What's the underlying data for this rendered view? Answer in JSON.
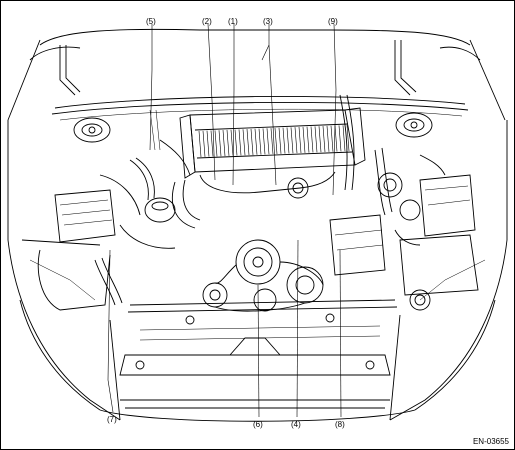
{
  "figure_id": "EN-03655",
  "callouts": [
    {
      "id": "1",
      "label": "(1)"
    },
    {
      "id": "2",
      "label": "(2)"
    },
    {
      "id": "3",
      "label": "(3)"
    },
    {
      "id": "4",
      "label": "(4)"
    },
    {
      "id": "5",
      "label": "(5)"
    },
    {
      "id": "6",
      "label": "(6)"
    },
    {
      "id": "7",
      "label": "(7)"
    },
    {
      "id": "8",
      "label": "(8)"
    },
    {
      "id": "9",
      "label": "(9)"
    }
  ]
}
